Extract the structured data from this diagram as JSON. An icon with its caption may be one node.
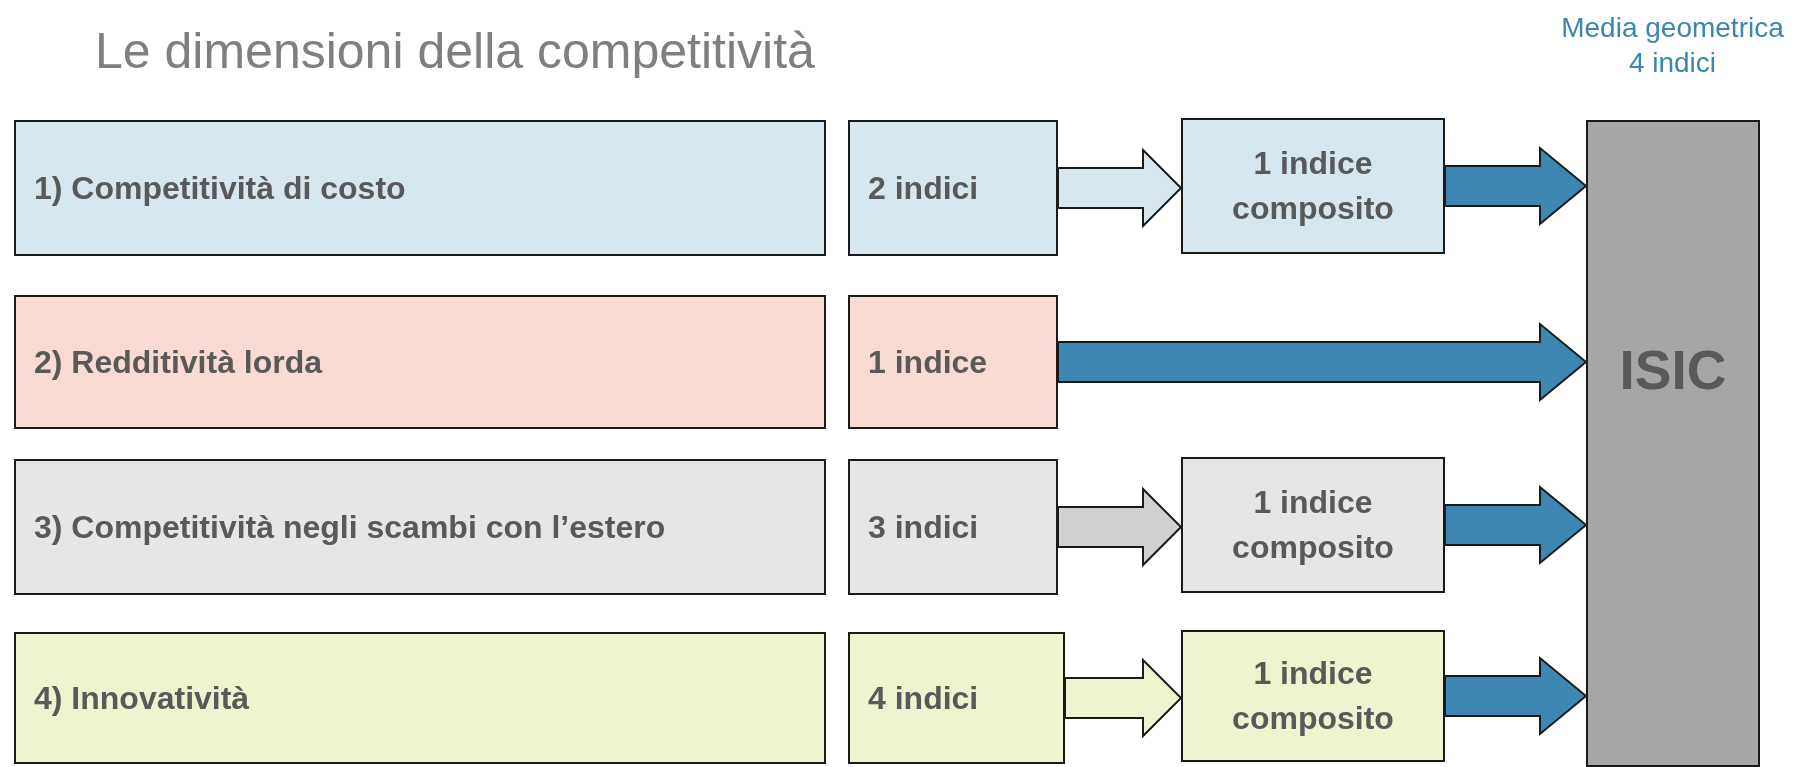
{
  "diagram": {
    "title": "Le dimensioni della competitività",
    "nodes": [
      {
        "text": [
          "1) Competitività di costo"
        ]
      },
      {
        "text": [
          "2 indici"
        ]
      },
      {
        "text": [
          "1 indice composito"
        ]
      },
      {
        "text": [
          "2) Redditività lorda"
        ]
      },
      {
        "text": [
          "1 indice"
        ]
      },
      {
        "text": [
          "3) Competitività negli scambi con l’estero"
        ]
      },
      {
        "text": [
          "3 indici"
        ]
      },
      {
        "text": [
          "1 indice composito"
        ]
      },
      {
        "text": [
          "4) Innovatività"
        ]
      },
      {
        "text": [
          "4 indici"
        ]
      },
      {
        "text": [
          "1 indice composito"
        ]
      },
      {
        "text": [
          "ISIC"
        ],
        "beside": [
          "Media geometrica 4 indici"
        ]
      }
    ],
    "edges": [
      {
        "from": 1,
        "to": 2,
        "arrow": "to",
        "color": "#d7e7f0"
      },
      {
        "from": 2,
        "to": 11,
        "arrow": "to"
      },
      {
        "from": 4,
        "to": 11,
        "arrow": "to"
      },
      {
        "from": 6,
        "to": 7,
        "arrow": "to",
        "color": "#d0d0d0"
      },
      {
        "from": 7,
        "to": 11,
        "arrow": "to"
      },
      {
        "from": 9,
        "to": 10,
        "arrow": "to",
        "color": "#eff3d0"
      },
      {
        "from": 10,
        "to": 11,
        "arrow": "to"
      }
    ]
  }
}
